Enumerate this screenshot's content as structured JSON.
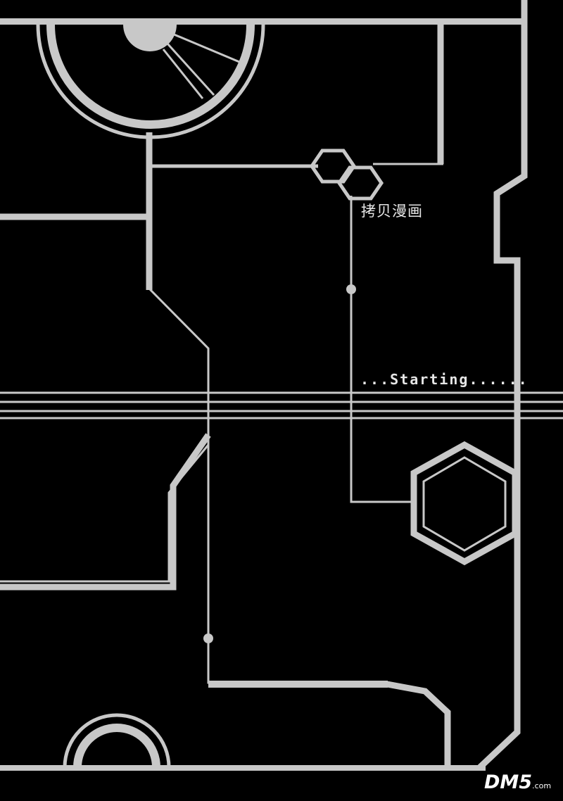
{
  "page": {
    "title_text": "拷贝漫画",
    "status_text": "...Starting......",
    "watermark": {
      "main": "DM5",
      "suffix": ".com"
    }
  },
  "colors": {
    "background": "#000000",
    "line": "#c8c8c8",
    "text": "#e6e6e6"
  }
}
